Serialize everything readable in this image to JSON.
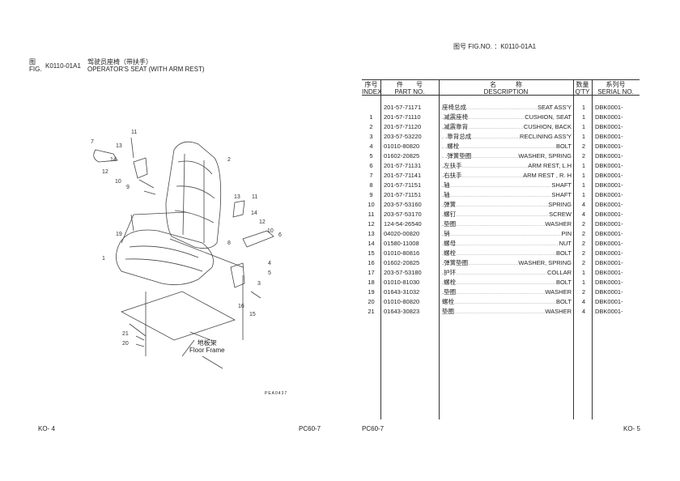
{
  "left_page": {
    "fig_label_cn": "图",
    "fig_label_en": "FIG.",
    "fig_no": "K0110-01A1",
    "title_cn": "驾驶员座椅（带扶手）",
    "title_en": "OPERATOR'S SEAT (WITH ARM REST)",
    "floor_frame_cn": "地板架",
    "floor_frame_en": "Floor Frame",
    "drawing_code": "PEA0437",
    "callouts": [
      "11",
      "13",
      "7",
      "12",
      "14",
      "10",
      "9",
      "2",
      "13",
      "11",
      "8",
      "14",
      "12",
      "6",
      "10",
      "4",
      "5",
      "19",
      "1",
      "3",
      "16",
      "15",
      "21",
      "20"
    ],
    "footer_left": "KO- 4",
    "footer_right": "PC60-7"
  },
  "right_page": {
    "fig_header": "图号  FIG.NO.  ：K0110-01A1",
    "columns": {
      "index_cn": "序号",
      "index_en": "INDEX",
      "part_cn": "件　　号",
      "part_en": "PART NO.",
      "desc_cn": "名　　　称",
      "desc_en": "DESCRIPTION",
      "qty_cn": "数量",
      "qty_en": "Q'TY",
      "serial_cn": "系列号",
      "serial_en": "SERIAL NO."
    },
    "rows": [
      {
        "index": "",
        "part": "201-57-71171",
        "prefix": "",
        "cn": "座椅总成",
        "en": "SEAT ASS'Y",
        "qty": "1",
        "serial": "DBK0001-"
      },
      {
        "index": "1",
        "part": "201-57-71110",
        "prefix": ". ",
        "cn": "减震座椅",
        "en": "CUSHION, SEAT",
        "qty": "1",
        "serial": "DBK0001-"
      },
      {
        "index": "2",
        "part": "201-57-71120",
        "prefix": ". ",
        "cn": "减震靠背",
        "en": "CUSHION, BACK",
        "qty": "1",
        "serial": "DBK0001-"
      },
      {
        "index": "3",
        "part": "203-57-53220",
        "prefix": ". . ",
        "cn": "靠背总成",
        "en": "RECLINING ASS'Y",
        "qty": "1",
        "serial": "DBK0001-"
      },
      {
        "index": "4",
        "part": "01010-80820",
        "prefix": ". . ",
        "cn": "螺栓",
        "en": "BOLT",
        "qty": "2",
        "serial": "DBK0001-"
      },
      {
        "index": "5",
        "part": "01602-20825",
        "prefix": ". . ",
        "cn": "弹簧垫圈",
        "en": "WASHER, SPRING",
        "qty": "2",
        "serial": "DBK0001-"
      },
      {
        "index": "6",
        "part": "201-57-71131",
        "prefix": ". ",
        "cn": "左扶手",
        "en": "ARM REST, L.H",
        "qty": "1",
        "serial": "DBK0001-"
      },
      {
        "index": "7",
        "part": "201-57-71141",
        "prefix": ". ",
        "cn": "右扶手",
        "en": "ARM REST , R. H",
        "qty": "1",
        "serial": "DBK0001-"
      },
      {
        "index": "8",
        "part": "201-57-71151",
        "prefix": ". ",
        "cn": "轴",
        "en": "SHAFT",
        "qty": "1",
        "serial": "DBK0001-"
      },
      {
        "index": "9",
        "part": "201-57-71151",
        "prefix": ". ",
        "cn": "轴",
        "en": "SHAFT",
        "qty": "1",
        "serial": "DBK0001-"
      },
      {
        "index": "10",
        "part": "203-57-53160",
        "prefix": ". ",
        "cn": "弹簧",
        "en": "SPRING",
        "qty": "4",
        "serial": "DBK0001-"
      },
      {
        "index": "11",
        "part": "203-57-53170",
        "prefix": ". ",
        "cn": "螺钉",
        "en": "SCREW",
        "qty": "4",
        "serial": "DBK0001-"
      },
      {
        "index": "12",
        "part": "124-54-26540",
        "prefix": ". ",
        "cn": "垫圈",
        "en": "WASHER",
        "qty": "2",
        "serial": "DBK0001-"
      },
      {
        "index": "13",
        "part": "04020-00820",
        "prefix": ". ",
        "cn": "销",
        "en": "PIN",
        "qty": "2",
        "serial": "DBK0001-"
      },
      {
        "index": "14",
        "part": "01580-11008",
        "prefix": ". ",
        "cn": "螺母",
        "en": "NUT",
        "qty": "2",
        "serial": "DBK0001-"
      },
      {
        "index": "15",
        "part": "01010-80816",
        "prefix": ". ",
        "cn": "螺栓",
        "en": "BOLT",
        "qty": "2",
        "serial": "DBK0001-"
      },
      {
        "index": "16",
        "part": "01602-20825",
        "prefix": ". ",
        "cn": "弹簧垫圈",
        "en": "WASHER, SPRING",
        "qty": "2",
        "serial": "DBK0001-"
      },
      {
        "index": "17",
        "part": "203-57-53180",
        "prefix": ". ",
        "cn": "护环",
        "en": "COLLAR",
        "qty": "1",
        "serial": "DBK0001-"
      },
      {
        "index": "18",
        "part": "01010-81030",
        "prefix": ". ",
        "cn": "螺栓",
        "en": "BOLT",
        "qty": "1",
        "serial": "DBK0001-"
      },
      {
        "index": "19",
        "part": "01643-31032",
        "prefix": ". ",
        "cn": "垫圈",
        "en": "WASHER",
        "qty": "2",
        "serial": "DBK0001-"
      },
      {
        "index": "20",
        "part": "01010-80820",
        "prefix": "",
        "cn": "螺栓",
        "en": "BOLT",
        "qty": "4",
        "serial": "DBK0001-"
      },
      {
        "index": "21",
        "part": "01643-30823",
        "prefix": "",
        "cn": "垫圈",
        "en": "WASHER",
        "qty": "4",
        "serial": "DBK0001-"
      }
    ],
    "footer_left": "PC60-7",
    "footer_right": "KO- 5"
  }
}
